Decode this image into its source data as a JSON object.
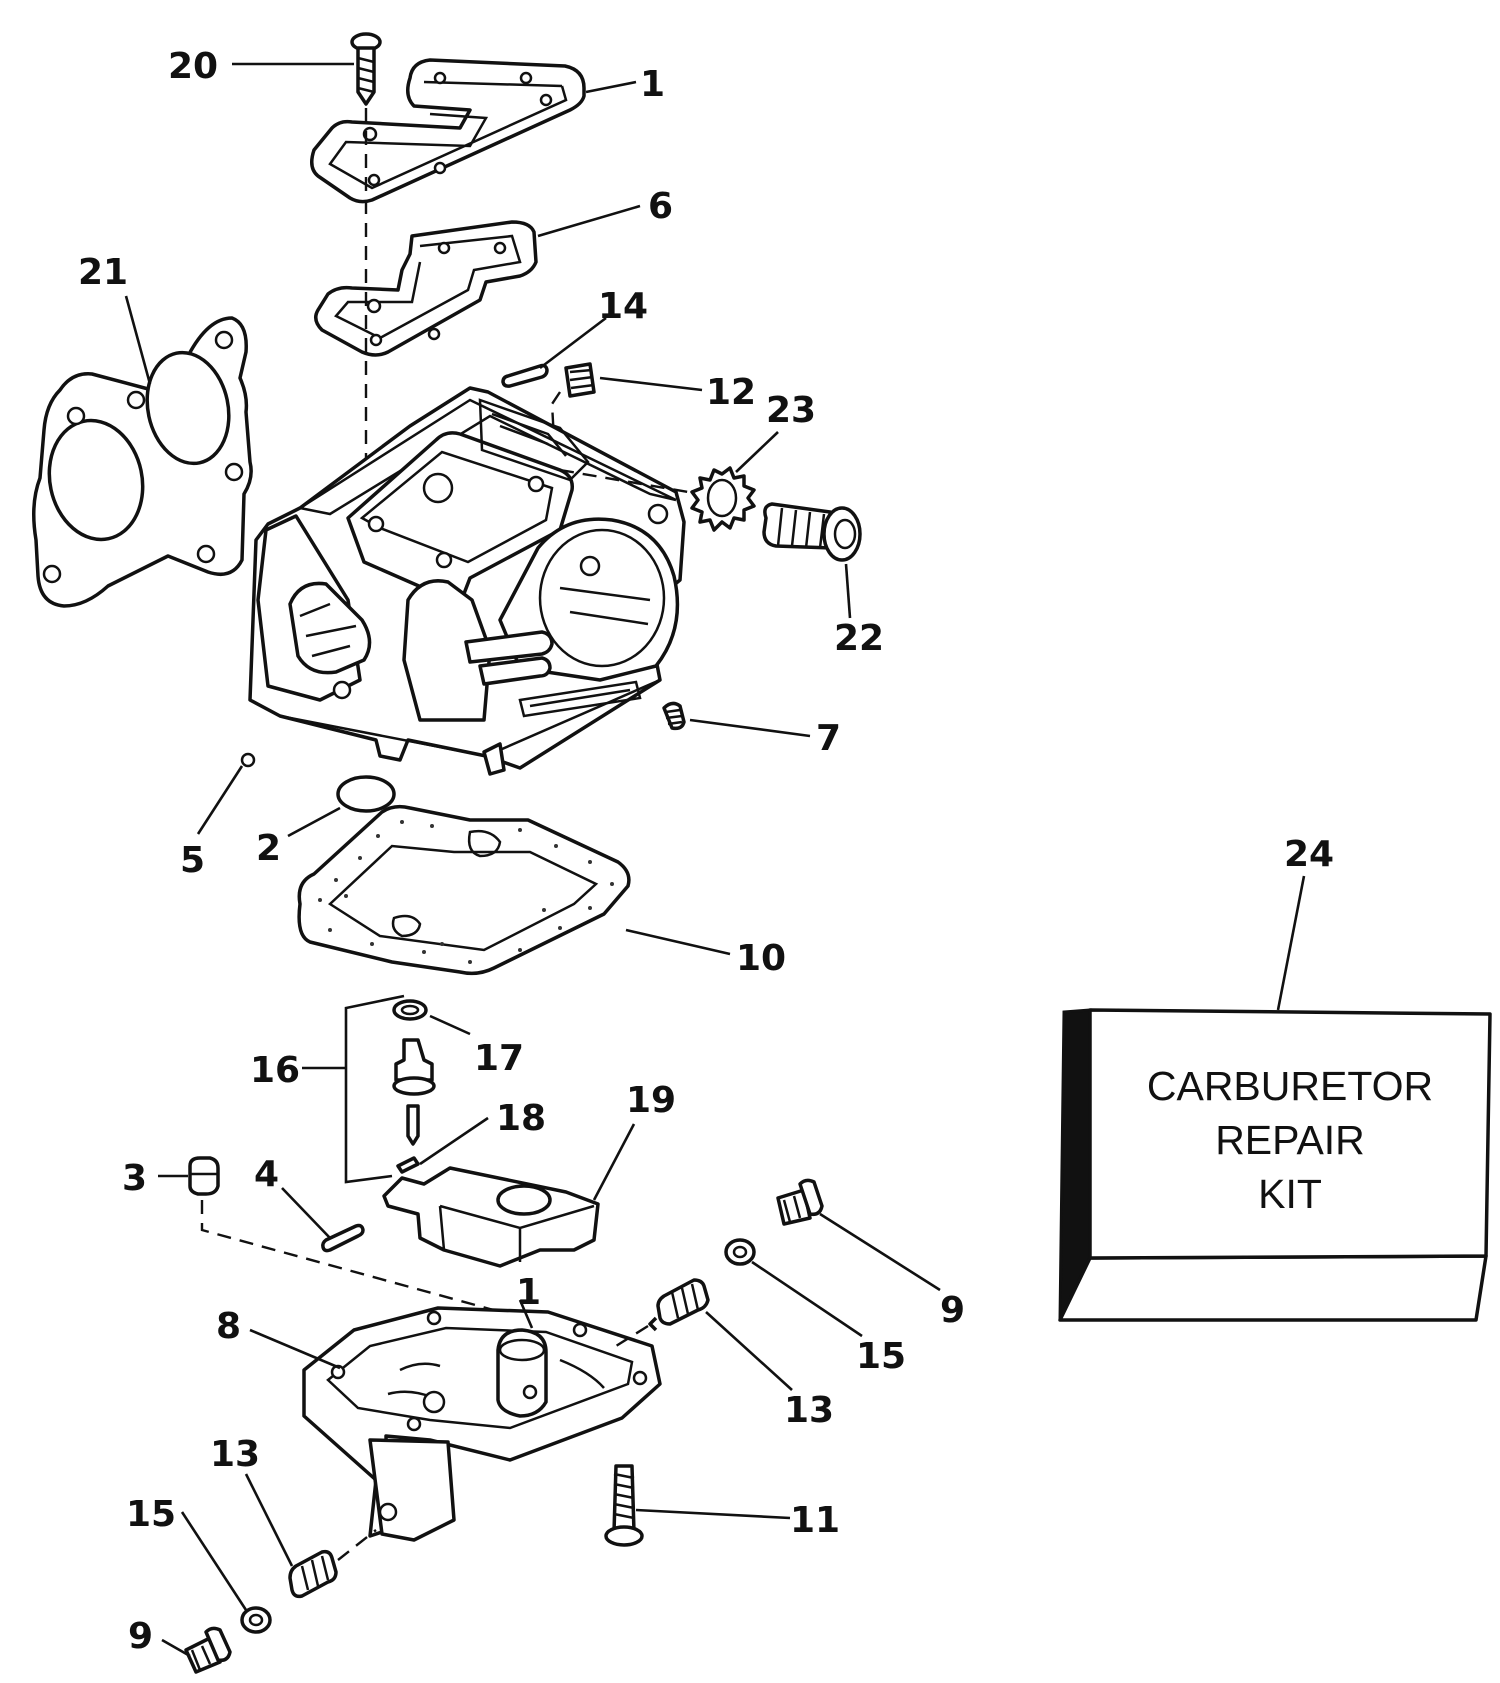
{
  "callouts": {
    "c1": "1",
    "c1b": "1",
    "c2": "2",
    "c3": "3",
    "c4": "4",
    "c5": "5",
    "c6": "6",
    "c7": "7",
    "c8": "8",
    "c9a": "9",
    "c9b": "9",
    "c10": "10",
    "c11": "11",
    "c12": "12",
    "c13a": "13",
    "c13b": "13",
    "c14": "14",
    "c15a": "15",
    "c15b": "15",
    "c16": "16",
    "c17": "17",
    "c18": "18",
    "c19": "19",
    "c20": "20",
    "c21": "21",
    "c22": "22",
    "c23": "23",
    "c24": "24"
  },
  "kit": {
    "line1": "CARBURETOR",
    "line2": "REPAIR",
    "line3": "KIT"
  }
}
